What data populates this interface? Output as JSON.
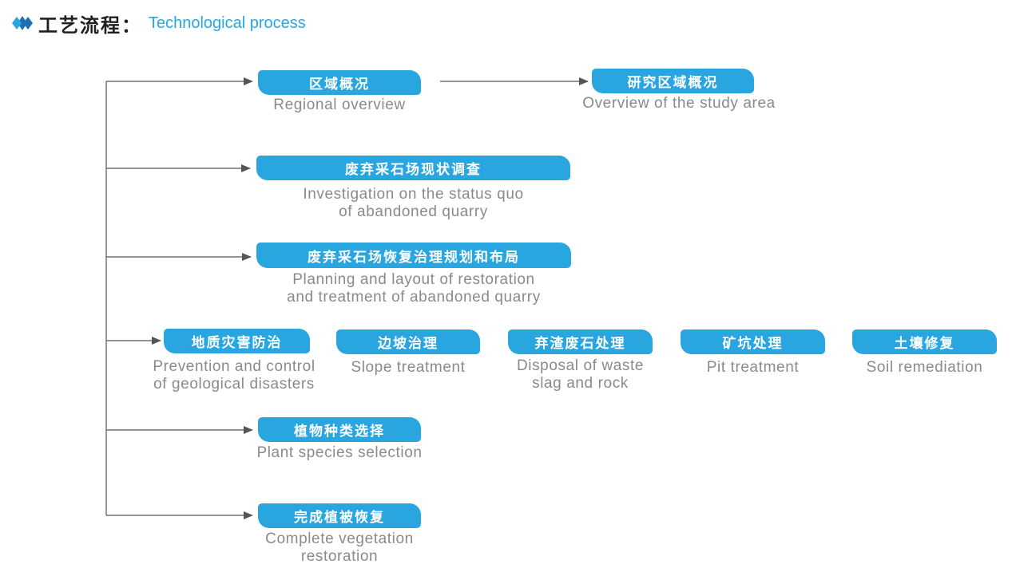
{
  "header": {
    "title_cn": "工艺流程：",
    "title_en": "Technological process",
    "accent_color": "#29a6e0"
  },
  "nodes": {
    "regional": {
      "cn": "区域概况",
      "en": "Regional overview"
    },
    "study_area": {
      "cn": "研究区域概况",
      "en": "Overview of the study area"
    },
    "investigation": {
      "cn": "废弃采石场现状调查",
      "en": "Investigation on the status quo\nof abandoned quarry"
    },
    "planning": {
      "cn": "废弃采石场恢复治理规划和布局",
      "en": "Planning and layout of restoration\nand treatment of abandoned quarry"
    },
    "geo_disaster": {
      "cn": "地质灾害防治",
      "en": "Prevention and control\nof geological disasters"
    },
    "slope": {
      "cn": "边坡治理",
      "en": "Slope treatment"
    },
    "waste": {
      "cn": "弃渣废石处理",
      "en": "Disposal of waste\nslag and rock"
    },
    "pit": {
      "cn": "矿坑处理",
      "en": "Pit treatment"
    },
    "soil": {
      "cn": "土壤修复",
      "en": "Soil remediation"
    },
    "plant": {
      "cn": "植物种类选择",
      "en": "Plant species selection"
    },
    "restoration": {
      "cn": "完成植被恢复",
      "en": "Complete vegetation\nrestoration"
    }
  }
}
